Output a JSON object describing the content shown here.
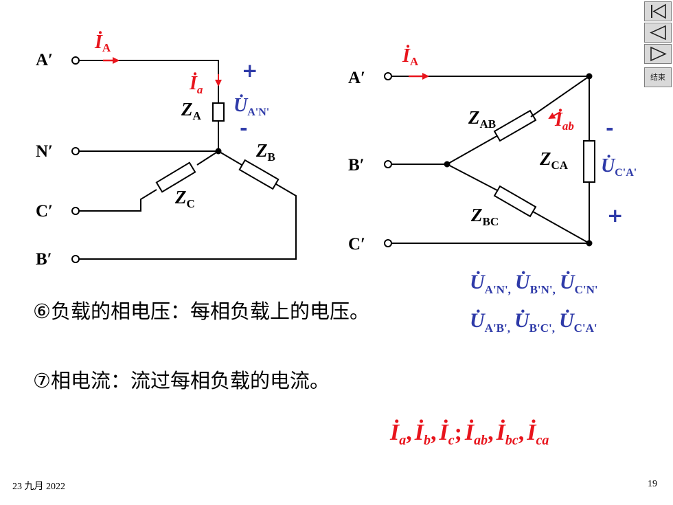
{
  "colors": {
    "wire": "#000000",
    "current": "#e8141c",
    "voltage": "#2e3aa8",
    "text": "#000000"
  },
  "nav": {
    "first_icon": "first-slide-icon",
    "prev_icon": "prev-slide-icon",
    "next_icon": "next-slide-icon",
    "end_label": "结束"
  },
  "star": {
    "terminals": [
      "A′",
      "N′",
      "C′",
      "B′"
    ],
    "current_IA": {
      "sym": "İ",
      "sub": "A"
    },
    "current_Ia": {
      "sym": "İ",
      "sub": "a"
    },
    "voltage": {
      "sym": "U̇",
      "sub": "A'N'"
    },
    "plus": "+",
    "minus": "-",
    "ZA": {
      "sym": "Z",
      "sub": "A"
    },
    "ZB": {
      "sym": "Z",
      "sub": "B"
    },
    "ZC": {
      "sym": "Z",
      "sub": "C"
    }
  },
  "delta": {
    "terminals": [
      "A′",
      "B′",
      "C′"
    ],
    "current_IA": {
      "sym": "İ",
      "sub": "A"
    },
    "current_Iab": {
      "sym": "İ",
      "sub": "ab"
    },
    "voltage": {
      "sym": "U̇",
      "sub": "C'A'"
    },
    "minus": "-",
    "plus": "+",
    "ZAB": {
      "sym": "Z",
      "sub": "AB"
    },
    "ZCA": {
      "sym": "Z",
      "sub": "CA"
    },
    "ZBC": {
      "sym": "Z",
      "sub": "BC"
    }
  },
  "phase_voltages": {
    "row1": [
      {
        "sym": "U̇",
        "sub": "A'N'",
        "sep": ","
      },
      {
        "sym": "U̇",
        "sub": "B'N'",
        "sep": ","
      },
      {
        "sym": "U̇",
        "sub": "C'N'",
        "sep": ""
      }
    ],
    "row2": [
      {
        "sym": "U̇",
        "sub": "A'B'",
        "sep": ","
      },
      {
        "sym": "U̇",
        "sub": "B'C'",
        "sep": ","
      },
      {
        "sym": "U̇",
        "sub": "C'A'",
        "sep": ""
      }
    ]
  },
  "phase_currents": [
    {
      "sym": "İ",
      "sub": "a",
      "sep": ","
    },
    {
      "sym": "İ",
      "sub": "b",
      "sep": ","
    },
    {
      "sym": "İ",
      "sub": "c",
      "sep": ";"
    },
    {
      "sym": "İ",
      "sub": "ab",
      "sep": ","
    },
    {
      "sym": "İ",
      "sub": "bc",
      "sep": ","
    },
    {
      "sym": "İ",
      "sub": "ca",
      "sep": ""
    }
  ],
  "captions": {
    "item6": "⑥负载的相电压：每相负载上的电压。",
    "item7": "⑦相电流：流过每相负载的电流。"
  },
  "footer": {
    "date": "23 九月 2022",
    "page": "19"
  }
}
